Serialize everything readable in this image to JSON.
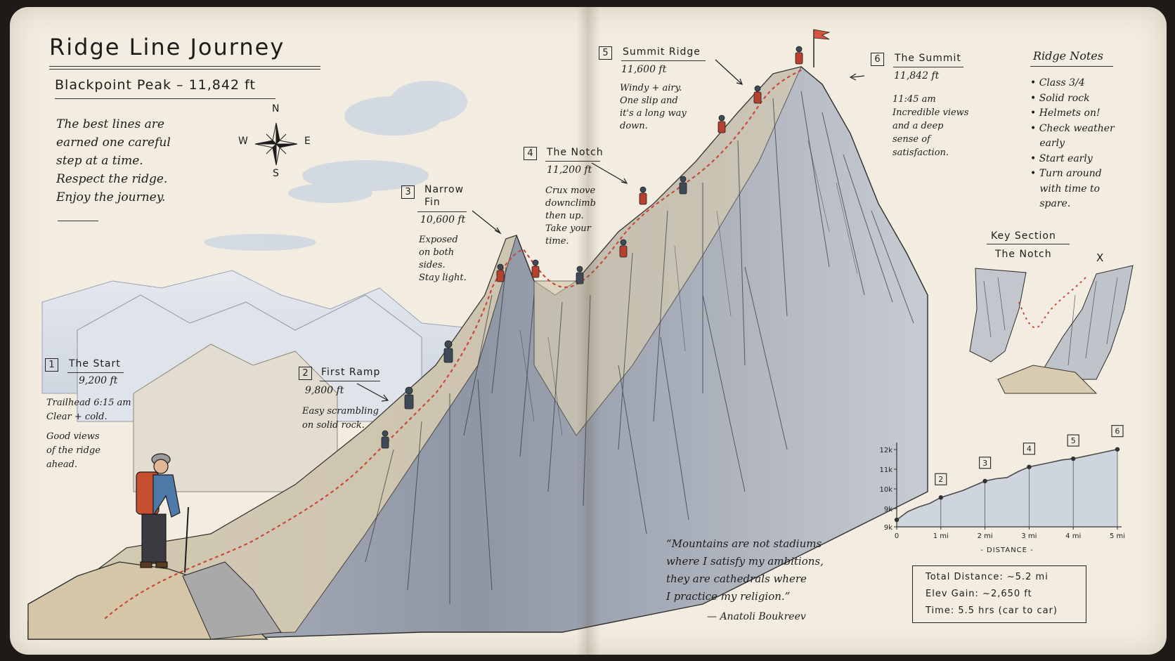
{
  "title": "Ridge Line Journey",
  "subtitle": "Blackpoint Peak – 11,842 ft",
  "intro": [
    "The best lines are",
    "earned one careful",
    "step at a time.",
    "Respect the ridge.",
    "Enjoy the journey."
  ],
  "compass": {
    "n": "N",
    "s": "S",
    "e": "E",
    "w": "W"
  },
  "waypoints": [
    {
      "num": "1",
      "name": "The Start",
      "elev": "9,200 ft",
      "notes": [
        "Trailhead 6:15 am",
        "Clear + cold.",
        "Good views",
        "of the ridge",
        "ahead."
      ]
    },
    {
      "num": "2",
      "name": "First Ramp",
      "elev": "9,800 ft",
      "notes": [
        "Easy scrambling",
        "on solid rock."
      ]
    },
    {
      "num": "3",
      "name": "Narrow",
      "name2": "Fin",
      "elev": "10,600 ft",
      "notes": [
        "Exposed",
        "on both",
        "sides.",
        "Stay light."
      ]
    },
    {
      "num": "4",
      "name": "The Notch",
      "elev": "11,200 ft",
      "notes": [
        "Crux move",
        "downclimb",
        "then up.",
        "Take your",
        "time."
      ]
    },
    {
      "num": "5",
      "name": "Summit Ridge",
      "elev": "11,600 ft",
      "notes": [
        "Windy + airy.",
        "One slip and",
        "it's a long way",
        "down."
      ]
    },
    {
      "num": "6",
      "name": "The Summit",
      "elev": "11,842 ft",
      "notes": [
        "11:45 am",
        "Incredible views",
        "and a deep",
        "sense of",
        "satisfaction."
      ]
    }
  ],
  "ridge_notes": {
    "title": "Ridge Notes",
    "items": [
      "Class 3/4",
      "Solid rock",
      "Helmets on!",
      "Check weather",
      "early",
      "Start early",
      "Turn around",
      "with time to",
      "spare."
    ]
  },
  "key_section": {
    "title": "Key Section",
    "subtitle": "The Notch",
    "mark": "X"
  },
  "chart_data": {
    "type": "area",
    "x": [
      0,
      0.25,
      0.5,
      0.75,
      1,
      1.25,
      1.5,
      1.75,
      2,
      2.25,
      2.5,
      2.75,
      3,
      3.25,
      3.5,
      3.75,
      4,
      4.25,
      4.5,
      4.75,
      5
    ],
    "y": [
      9250,
      9600,
      9800,
      9950,
      10200,
      10350,
      10500,
      10700,
      10900,
      11000,
      11050,
      11300,
      11500,
      11600,
      11700,
      11800,
      11850,
      11950,
      12050,
      12150,
      12250
    ],
    "xticks": [
      "0",
      "1 mi",
      "2 mi",
      "3 mi",
      "4 mi",
      "5 mi"
    ],
    "yticks": [
      "9k",
      "9k",
      "10k",
      "11k",
      "12k"
    ],
    "xlabel": "Distance",
    "markers": [
      {
        "label": "2",
        "x": 1.0
      },
      {
        "label": "3",
        "x": 2.0
      },
      {
        "label": "4",
        "x": 3.0
      },
      {
        "label": "5",
        "x": 4.0
      },
      {
        "label": "6",
        "x": 5.0
      }
    ],
    "xlim": [
      0,
      5
    ],
    "ylim": [
      8950,
      12300
    ],
    "line_color": "#4a4a4a",
    "fill_color": "#c9d0de"
  },
  "stats": {
    "distance": "Total Distance: ~5.2 mi",
    "gain": "Elev Gain: ~2,650 ft",
    "time": "Time: 5.5 hrs (car to car)"
  },
  "quote": {
    "lines": [
      "“Mountains are not stadiums",
      "where I satisfy my ambitions,",
      "they are cathedrals where",
      "I practice my religion.”"
    ],
    "author": "— Anatoli Boukreev"
  }
}
